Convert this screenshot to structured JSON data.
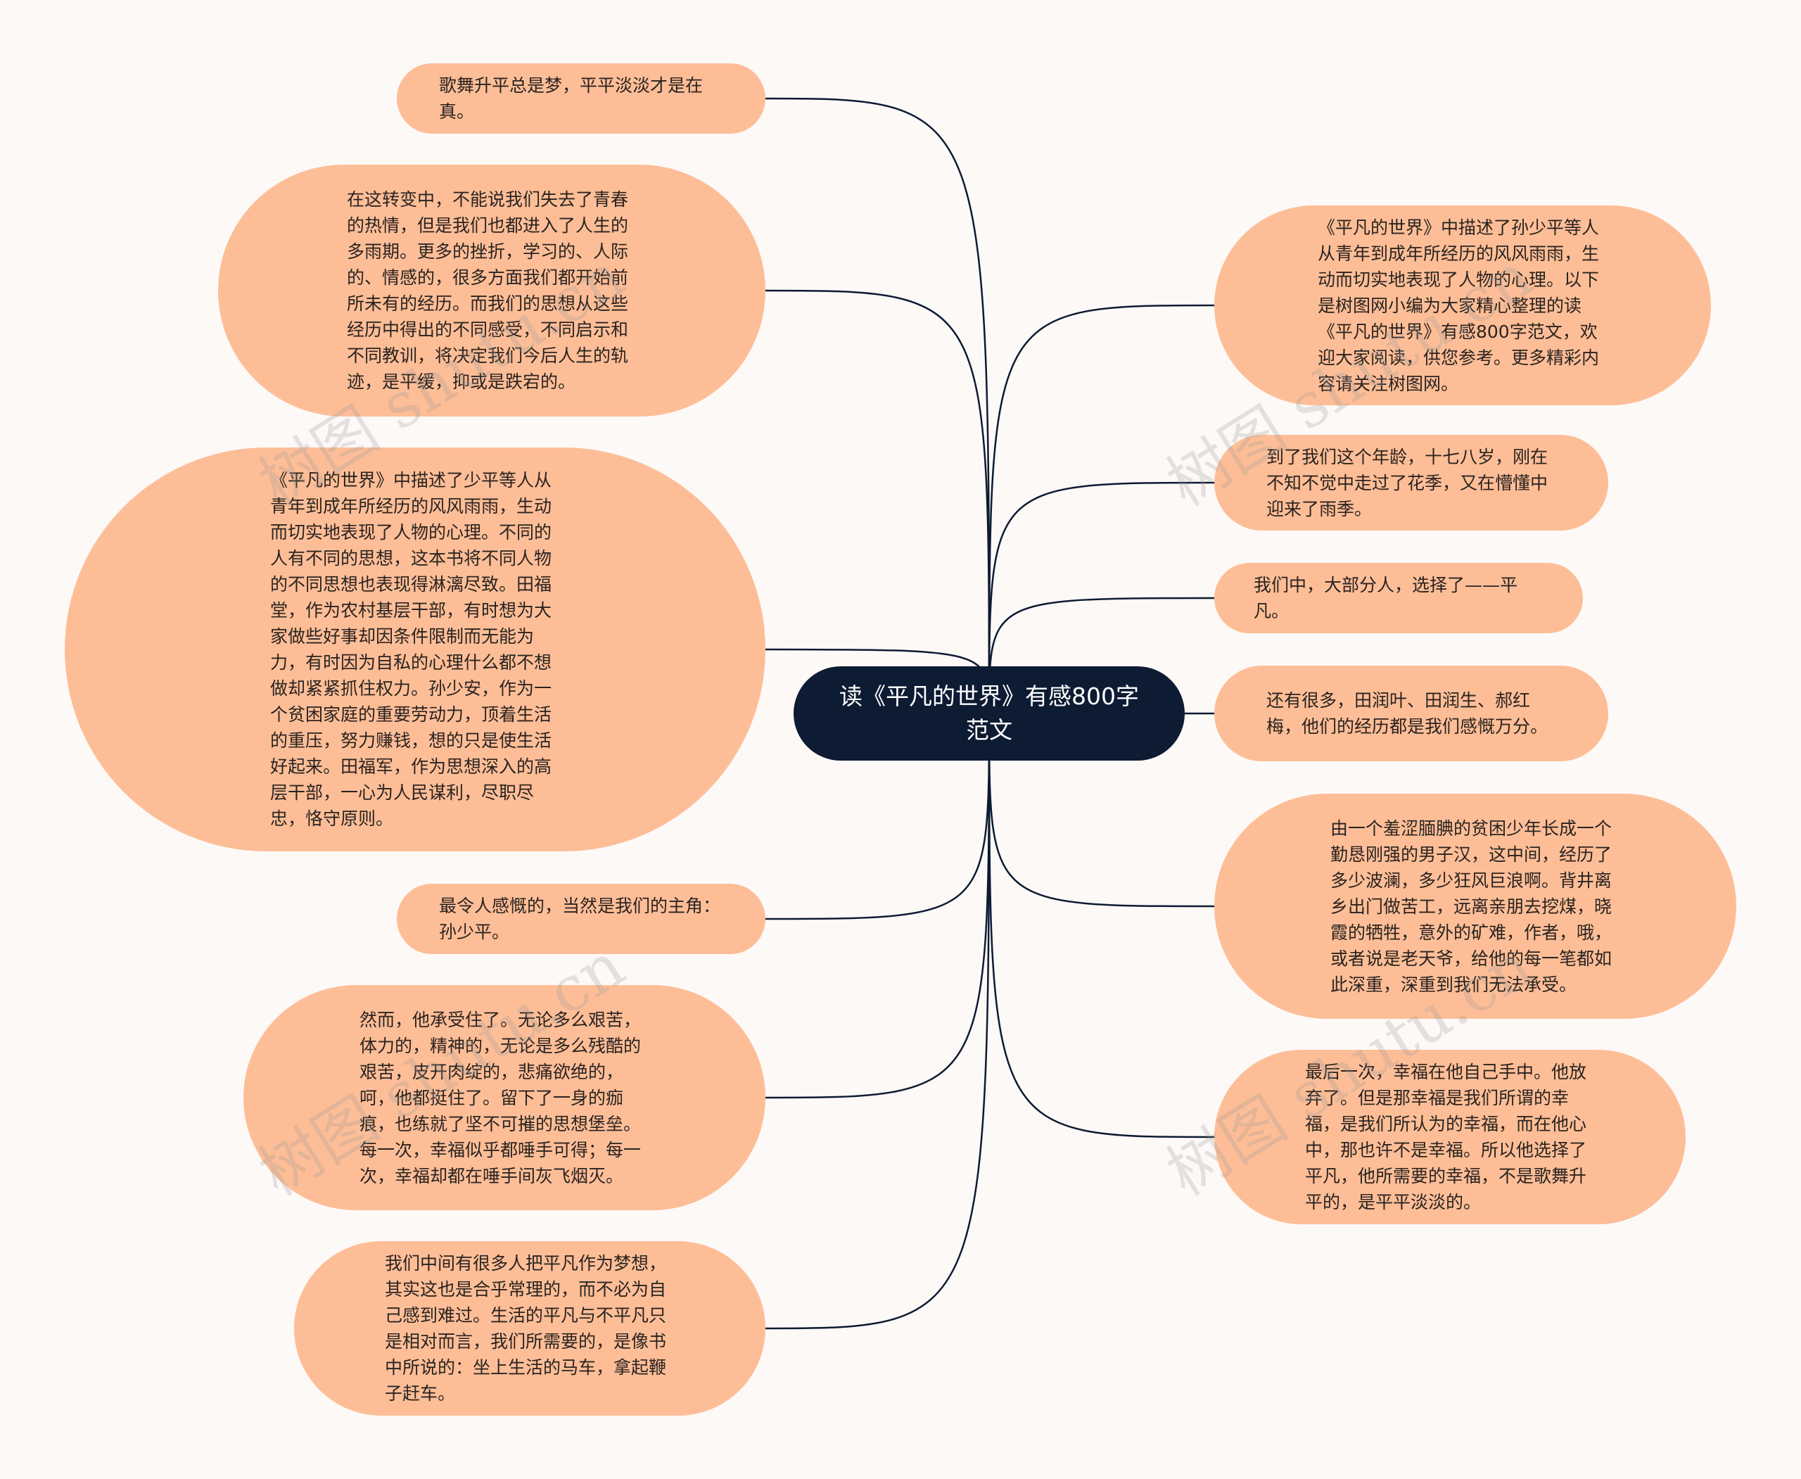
{
  "center": {
    "title": "读《平凡的世界》有感800字范文"
  },
  "nodes": [
    {
      "id": "l1",
      "text": "歌舞升平总是梦，平平淡淡才是在真。"
    },
    {
      "id": "l2",
      "text": "在这转变中，不能说我们失去了青春的热情，但是我们也都进入了人生的多雨期。更多的挫折，学习的、人际的、情感的，很多方面我们都开始前所未有的经历。而我们的思想从这些经历中得出的不同感受，不同启示和不同教训，将决定我们今后人生的轨迹，是平缓，抑或是跌宕的。"
    },
    {
      "id": "l3",
      "text": "《平凡的世界》中描述了少平等人从青年到成年所经历的风风雨雨，生动而切实地表现了人物的心理。不同的人有不同的思想，这本书将不同人物的不同思想也表现得淋漓尽致。田福堂，作为农村基层干部，有时想为大家做些好事却因条件限制而无能为力，有时因为自私的心理什么都不想做却紧紧抓住权力。孙少安，作为一个贫困家庭的重要劳动力，顶着生活的重压，努力赚钱，想的只是使生活好起来。田福军，作为思想深入的高层干部，一心为人民谋利，尽职尽忠，恪守原则。"
    },
    {
      "id": "l4",
      "text": "最令人感慨的，当然是我们的主角：孙少平。"
    },
    {
      "id": "l5",
      "text": "然而，他承受住了。无论多么艰苦，体力的，精神的，无论是多么残酷的艰苦，皮开肉绽的，悲痛欲绝的，呵，他都挺住了。留下了一身的痂痕，也练就了坚不可摧的思想堡垒。每一次，幸福似乎都唾手可得；每一次，幸福却都在唾手间灰飞烟灭。"
    },
    {
      "id": "l6",
      "text": "我们中间有很多人把平凡作为梦想，其实这也是合乎常理的，而不必为自己感到难过。生活的平凡与不平凡只是相对而言，我们所需要的，是像书中所说的：坐上生活的马车，拿起鞭子赶车。"
    },
    {
      "id": "r1",
      "text": "《平凡的世界》中描述了孙少平等人从青年到成年所经历的风风雨雨，生动而切实地表现了人物的心理。以下是树图网小编为大家精心整理的读《平凡的世界》有感800字范文，欢迎大家阅读，供您参考。更多精彩内容请关注树图网。"
    },
    {
      "id": "r2",
      "text": "到了我们这个年龄，十七八岁，刚在不知不觉中走过了花季，又在懵懂中迎来了雨季。"
    },
    {
      "id": "r3",
      "text": "我们中，大部分人，选择了——平凡。"
    },
    {
      "id": "r4",
      "text": "还有很多，田润叶、田润生、郝红梅，他们的经历都是我们感慨万分。"
    },
    {
      "id": "r5",
      "text": "由一个羞涩腼腆的贫困少年长成一个勤恳刚强的男子汉，这中间，经历了多少波澜，多少狂风巨浪啊。背井离乡出门做苦工，远离亲朋去挖煤，晓霞的牺牲，意外的矿难，作者，哦，或者说是老天爷，给他的每一笔都如此深重，深重到我们无法承受。"
    },
    {
      "id": "r6",
      "text": "最后一次，幸福在他自己手中。他放弃了。但是那幸福是我们所谓的幸福，是我们所认为的幸福，而在他心中，那也许不是幸福。所以他选择了平凡，他所需要的幸福，不是歌舞升平的，是平平淡淡的。"
    }
  ],
  "watermark": "树图 shutu.cn",
  "colors": {
    "node_fill": "#fdbe97",
    "center_fill": "#0d1b33",
    "line": "#0d1b33",
    "background": "#fdf9f7"
  }
}
